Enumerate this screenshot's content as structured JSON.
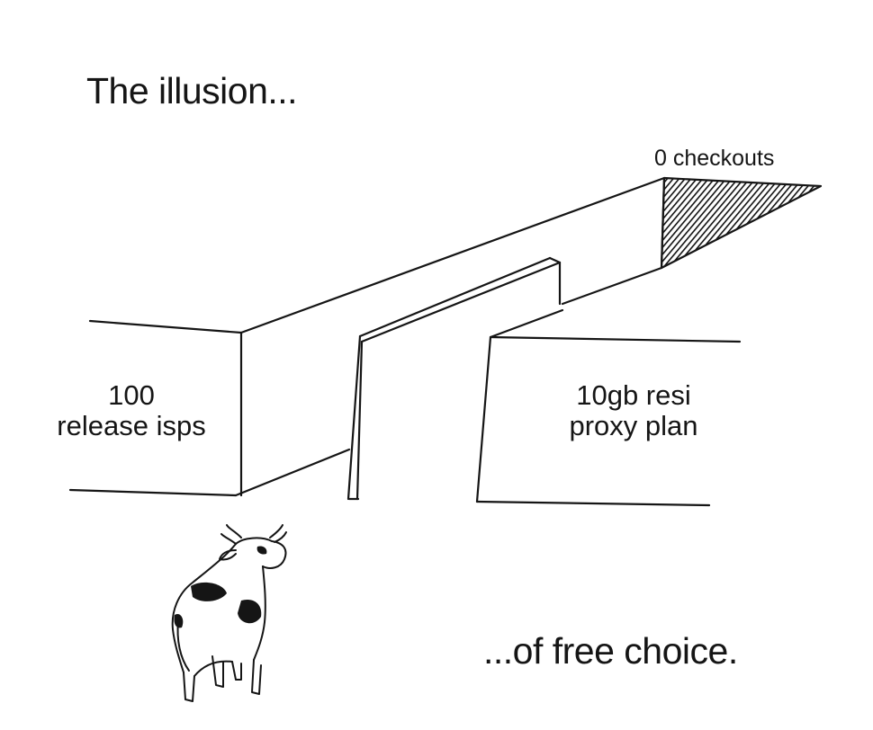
{
  "cartoon": {
    "title": "The illusion...",
    "caption": "...of free choice.",
    "left_block": {
      "line1": "100",
      "line2": "release isps"
    },
    "right_block": {
      "line1": "10gb resi",
      "line2": "proxy plan"
    },
    "far_end_label": "0 checkouts"
  },
  "colors": {
    "ink": "#151515",
    "paper": "#ffffff"
  },
  "icons": [
    "cow-illustration",
    "hatched-dead-end"
  ]
}
